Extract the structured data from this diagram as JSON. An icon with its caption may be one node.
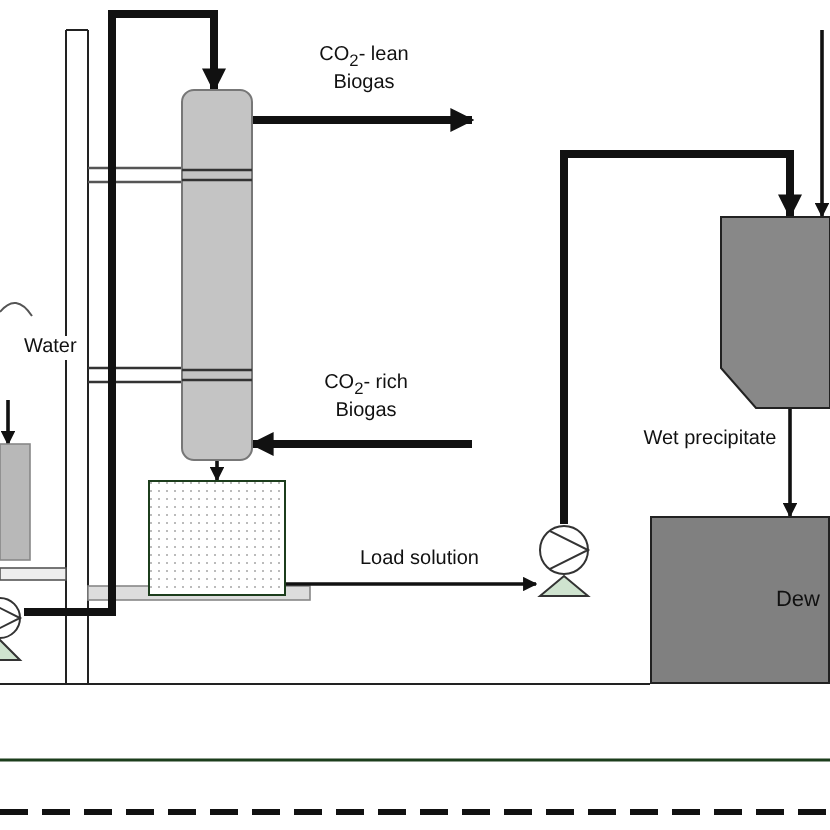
{
  "diagram": {
    "nodes": [
      {
        "text": [],
        "shape": "cylinder"
      },
      {
        "text": [],
        "shape": "box"
      },
      {
        "text": [],
        "shape": "circle"
      },
      {
        "text": [],
        "shape": "box"
      },
      {
        "text": [
          "Dew"
        ]
      },
      {
        "text": [],
        "shape": "box"
      },
      {
        "text": [],
        "shape": "circle"
      }
    ],
    "edges": [
      {
        "from": 6,
        "to": 0,
        "arrow": "to",
        "style": "thick"
      },
      {
        "from": 0,
        "to": null,
        "arrow": "to",
        "label": "CO$_{2}$- lean Biogas",
        "style": "thick"
      },
      {
        "from": null,
        "to": 0,
        "arrow": "to",
        "label": "CO$_{2}$- rich Biogas",
        "style": "thick"
      },
      {
        "from": 0,
        "to": 1,
        "arrow": "to"
      },
      {
        "from": 1,
        "to": 2,
        "arrow": "to",
        "label": "Load solution"
      },
      {
        "from": 2,
        "to": 3,
        "arrow": "to",
        "style": "thick"
      },
      {
        "from": null,
        "to": 3,
        "arrow": "to"
      },
      {
        "from": 3,
        "to": 4,
        "arrow": "to",
        "label": "Wet precipitate"
      },
      {
        "from": null,
        "to": 5,
        "arrow": "to"
      }
    ],
    "labels": [
      "Water"
    ]
  }
}
